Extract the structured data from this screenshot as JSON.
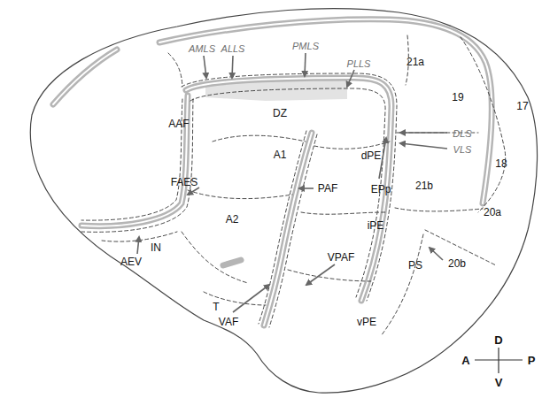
{
  "diagram": {
    "labels": [
      "AMLS",
      "ALLS",
      "PMLS",
      "PLLS",
      "21a",
      "DZ",
      "19",
      "17",
      "AAF",
      "A1",
      "dPE",
      "DLS",
      "VLS",
      "18",
      "FAES",
      "EPp",
      "PAF",
      "21b",
      "A2",
      "iPE",
      "20a",
      "IN",
      "AEV",
      "VPAF",
      "PS",
      "20b",
      "T",
      "VAF",
      "vPE",
      "D",
      "A",
      "P",
      "V"
    ]
  }
}
